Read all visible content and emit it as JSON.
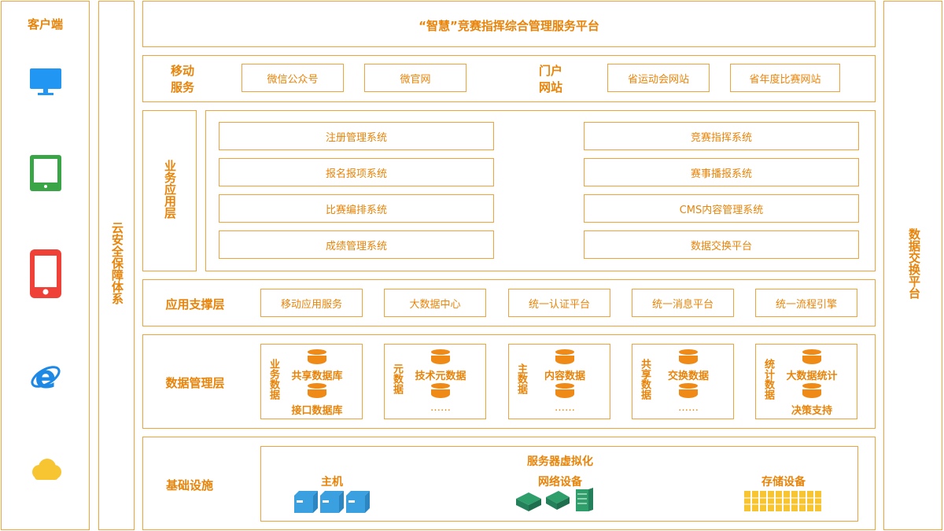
{
  "client": {
    "title": "客户端",
    "icons": [
      "monitor-icon",
      "tablet-icon",
      "phone-icon",
      "ie-browser-icon",
      "cloud-icon"
    ]
  },
  "security": {
    "title": "云安全保障体系"
  },
  "exchange": {
    "title": "数据交换平台"
  },
  "header": {
    "title": "“智慧”竞赛指挥综合管理服务平台"
  },
  "mobile": {
    "label": "移动\n服务",
    "items": [
      "微信公众号",
      "微官网"
    ],
    "portal_label": "门户\n网站",
    "portal_items": [
      "省运动会网站",
      "省年度比赛网站"
    ]
  },
  "business": {
    "label": "业务应用层",
    "left": [
      "注册管理系统",
      "报名报项系统",
      "比赛编排系统",
      "成绩管理系统"
    ],
    "right": [
      "竞赛指挥系统",
      "赛事播报系统",
      "CMS内容管理系统",
      "数据交换平台"
    ]
  },
  "support": {
    "label": "应用支撑层",
    "items": [
      "移动应用服务",
      "大数据中心",
      "统一认证平台",
      "统一消息平台",
      "统一流程引擎"
    ]
  },
  "data_mgmt": {
    "label": "数据管理层",
    "groups": [
      {
        "side": "业务数据",
        "top": "共享数据库",
        "bottom": "接口数据库"
      },
      {
        "side": "元数据",
        "top": "技术元数据",
        "bottom": "……"
      },
      {
        "side": "主数据",
        "top": "内容数据",
        "bottom": "……"
      },
      {
        "side": "共享数据",
        "top": "交换数据",
        "bottom": "……"
      },
      {
        "side": "统计数据",
        "top": "大数据统计",
        "bottom": "决策支持"
      }
    ]
  },
  "infra": {
    "label": "基础设施",
    "title": "服务器虚拟化",
    "host": "主机",
    "network": "网络设备",
    "storage": "存储设备"
  },
  "colors": {
    "accent": "#e8840a",
    "border": "#f0a33a",
    "monitor": "#2196f3",
    "tablet": "#3aa547",
    "phone": "#ef4138",
    "ie": "#1e88e5",
    "cloud": "#f7c531",
    "server": "#3aa0e0",
    "network": "#2e9e6a",
    "storage": "#f7c531"
  }
}
